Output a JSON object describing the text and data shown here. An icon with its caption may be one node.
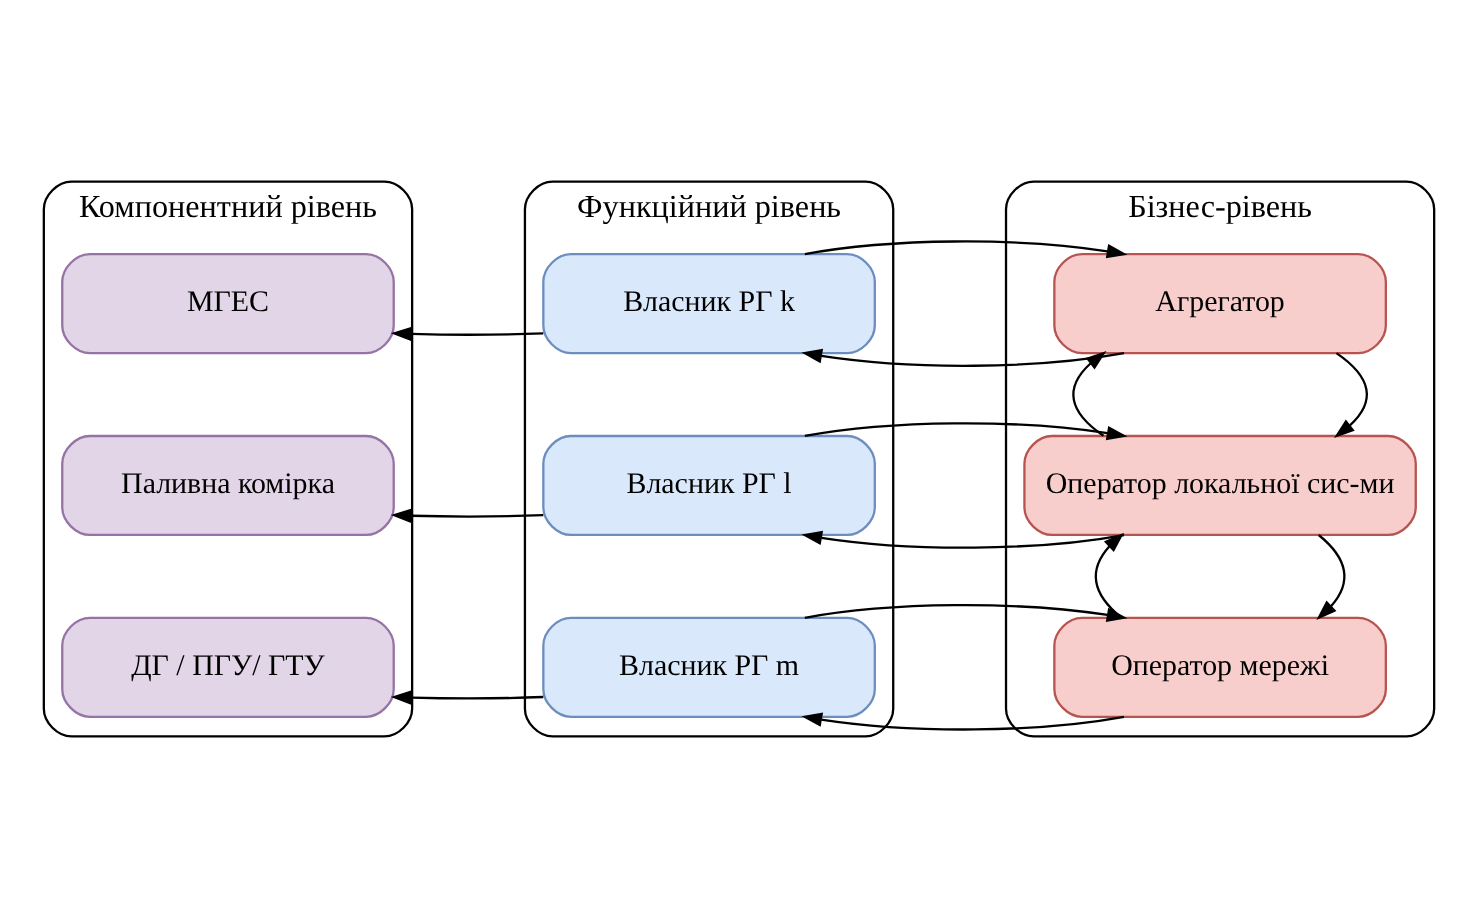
{
  "diagram": {
    "nodes": [
      {
        "text": [
          "Компонентний рівень"
        ]
      },
      {
        "text": [
          "МГЕС"
        ],
        "in": 0
      },
      {
        "text": [
          "Паливна комірка"
        ],
        "in": 0
      },
      {
        "text": [
          "ДГ / ПГУ/ ГТУ"
        ],
        "in": 0
      },
      {
        "text": [
          "Функційний рівень"
        ]
      },
      {
        "text": [
          "Власник РГ k"
        ],
        "in": 4
      },
      {
        "text": [
          "Власник РГ l"
        ],
        "in": 4
      },
      {
        "text": [
          "Власник РГ m"
        ],
        "in": 4
      },
      {
        "text": [
          "Бізнес-рівень"
        ]
      },
      {
        "text": [
          "Агрегатор"
        ],
        "in": 8
      },
      {
        "text": [
          "Оператор локальної сис-ми"
        ],
        "in": 8
      },
      {
        "text": [
          "Оператор мережі"
        ],
        "in": 8
      }
    ],
    "edges": [
      {
        "from": 5,
        "to": 1,
        "arrow": "to"
      },
      {
        "from": 6,
        "to": 2,
        "arrow": "to"
      },
      {
        "from": 7,
        "to": 3,
        "arrow": "to"
      },
      {
        "from": 9,
        "to": 5,
        "arrow": "to"
      },
      {
        "from": 5,
        "to": 9,
        "arrow": "to"
      },
      {
        "from": 10,
        "to": 6,
        "arrow": "to"
      },
      {
        "from": 6,
        "to": 10,
        "arrow": "to"
      },
      {
        "from": 11,
        "to": 7,
        "arrow": "to"
      },
      {
        "from": 7,
        "to": 11,
        "arrow": "to"
      },
      {
        "from": 9,
        "to": 10,
        "arrow": "to"
      },
      {
        "from": 10,
        "to": 9,
        "arrow": "to"
      },
      {
        "from": 10,
        "to": 11,
        "arrow": "to"
      },
      {
        "from": 11,
        "to": 10,
        "arrow": "to"
      }
    ]
  }
}
